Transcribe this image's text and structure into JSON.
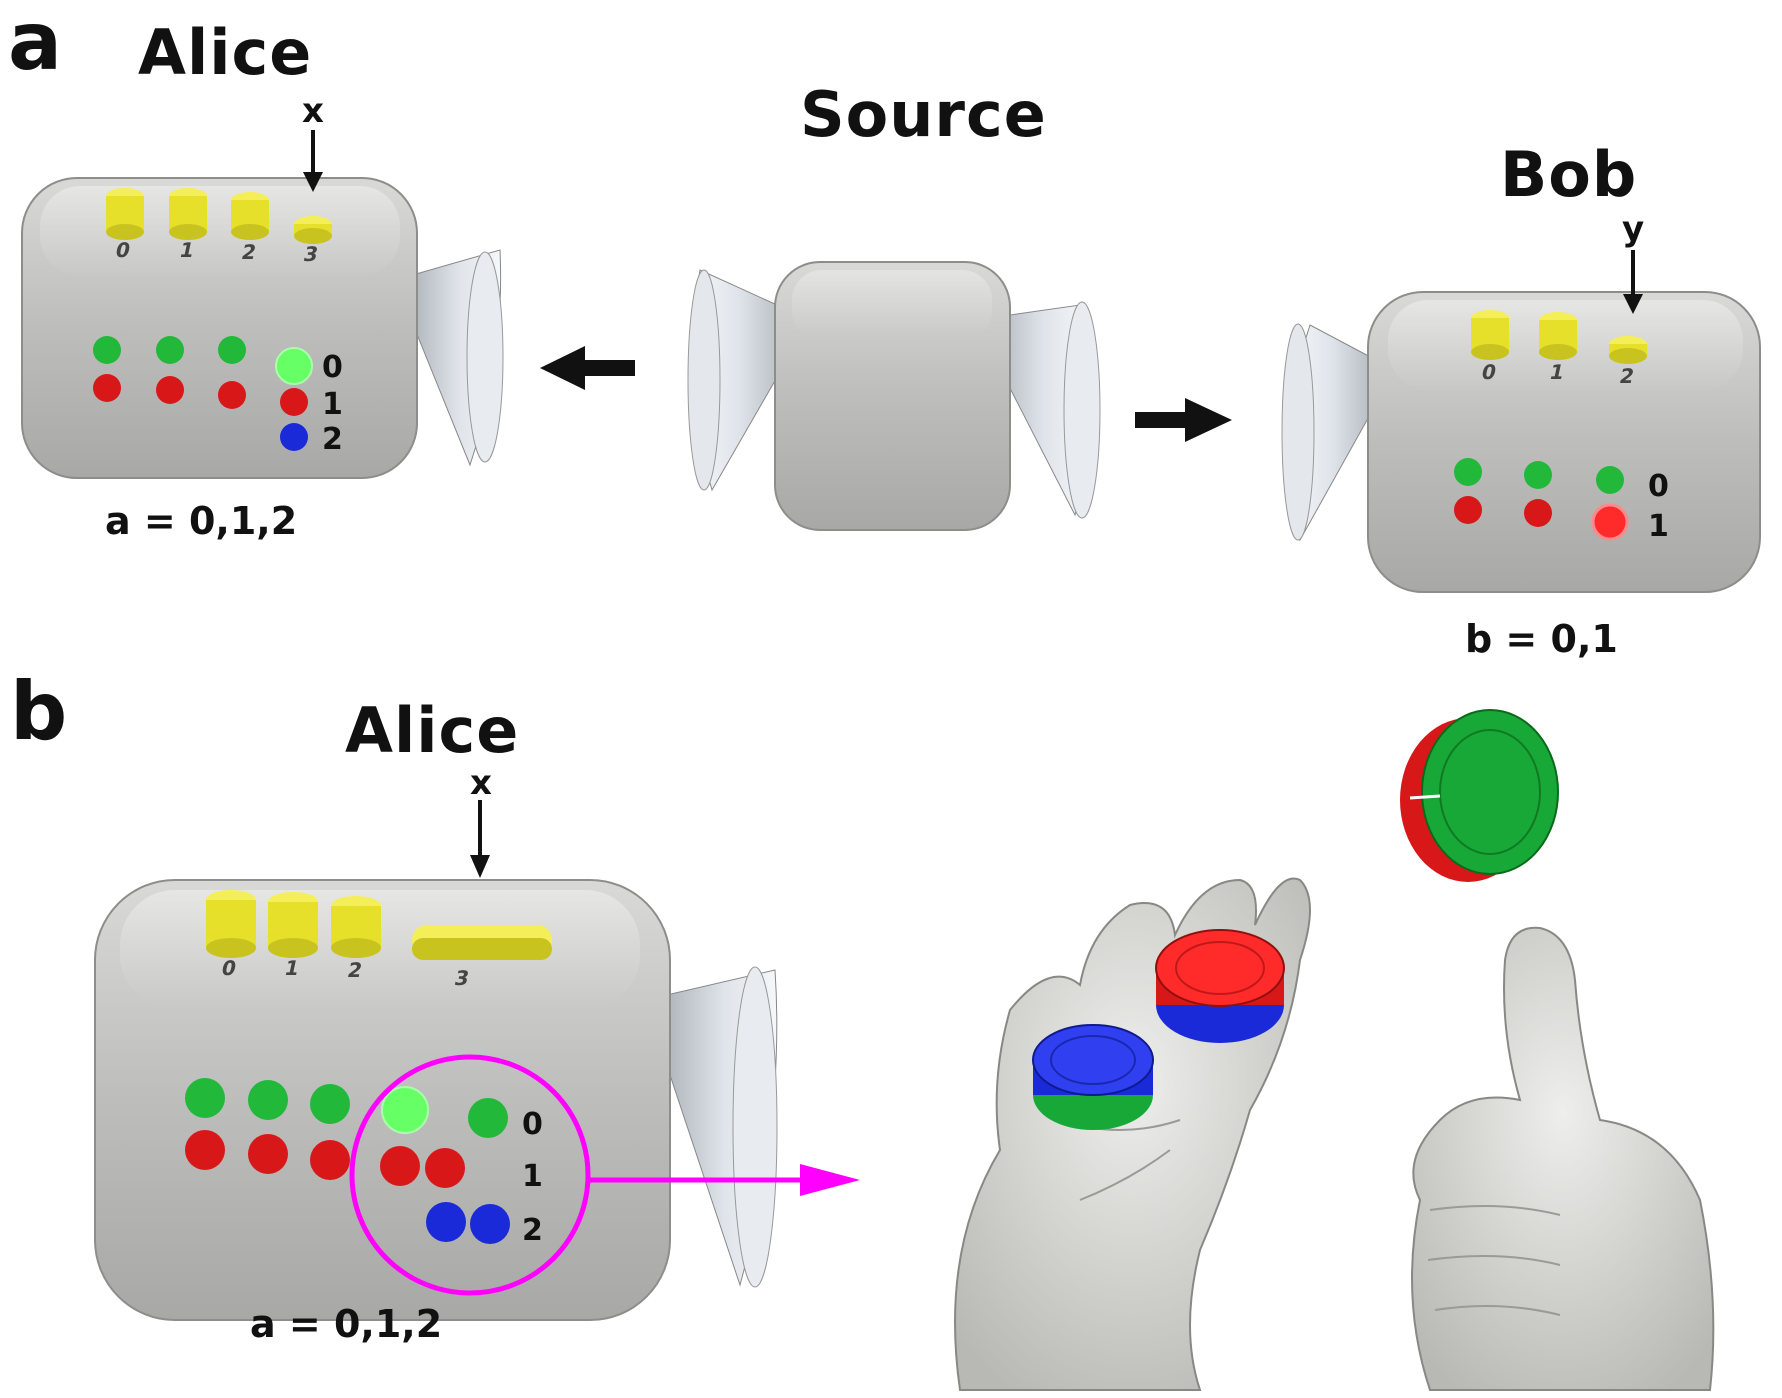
{
  "panels": {
    "a": "a",
    "b": "b"
  },
  "panel_a": {
    "source": "Source",
    "alice": {
      "name": "Alice",
      "input_var": "x",
      "buttons": [
        "0",
        "1",
        "2",
        "3"
      ],
      "outputs": [
        "0",
        "1",
        "2"
      ],
      "eq": "a = 0,1,2"
    },
    "bob": {
      "name": "Bob",
      "input_var": "y",
      "buttons": [
        "0",
        "1",
        "2"
      ],
      "outputs": [
        "0",
        "1"
      ],
      "eq": "b = 0,1"
    }
  },
  "panel_b": {
    "alice": {
      "name": "Alice",
      "input_var": "x",
      "buttons": [
        "0",
        "1",
        "2",
        "3"
      ],
      "outputs": [
        "0",
        "1",
        "2"
      ],
      "eq": "a = 0,1,2"
    }
  },
  "colors": {
    "device_body": "#bdbdbb",
    "button_yellow": "#e6e02a",
    "led_green": "#22b83a",
    "led_green_lit": "#66ff66",
    "led_red": "#d81818",
    "led_red_lit": "#ff2a2a",
    "led_blue": "#1a2ad8",
    "highlight": "#ff00ff",
    "arrow": "#111111"
  }
}
